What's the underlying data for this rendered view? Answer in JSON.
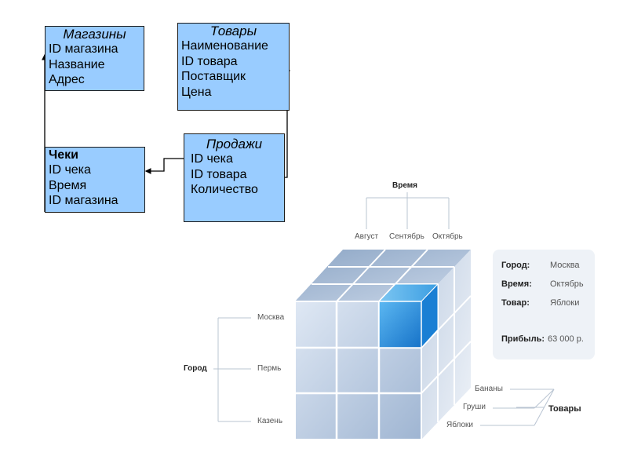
{
  "schema": {
    "stores": {
      "title": "Магазины",
      "fields": [
        "ID магазина",
        "Название",
        "Адрес"
      ]
    },
    "goods": {
      "title": "Товары",
      "fields": [
        "Наименование",
        "ID товара",
        "Поставщик",
        "Цена"
      ]
    },
    "receipts": {
      "title": "Чеки",
      "fields": [
        "ID чека",
        "Время",
        "ID магазина"
      ]
    },
    "sales": {
      "title": "Продажи",
      "fields": [
        "ID чека",
        "ID товара",
        "Количество"
      ]
    }
  },
  "cube": {
    "time_dimension": {
      "title": "Время",
      "members": [
        "Август",
        "Сентябрь",
        "Октябрь"
      ]
    },
    "city_dimension": {
      "title": "Город",
      "members": [
        "Москва",
        "Пермь",
        "Казень"
      ]
    },
    "goods_dimension": {
      "title": "Товары",
      "members": [
        "Бананы",
        "Груши",
        "Яблоки"
      ]
    },
    "selection": {
      "city_label": "Город:",
      "city_value": "Москва",
      "time_label": "Время:",
      "time_value": "Октябрь",
      "goods_label": "Товар:",
      "goods_value": "Яблоки",
      "profit_label": "Прибыль:",
      "profit_value": "63 000 р."
    },
    "colors": {
      "highlight": "#2a8ee0",
      "face": "#c3d3e8",
      "edge": "#ffffff"
    }
  }
}
